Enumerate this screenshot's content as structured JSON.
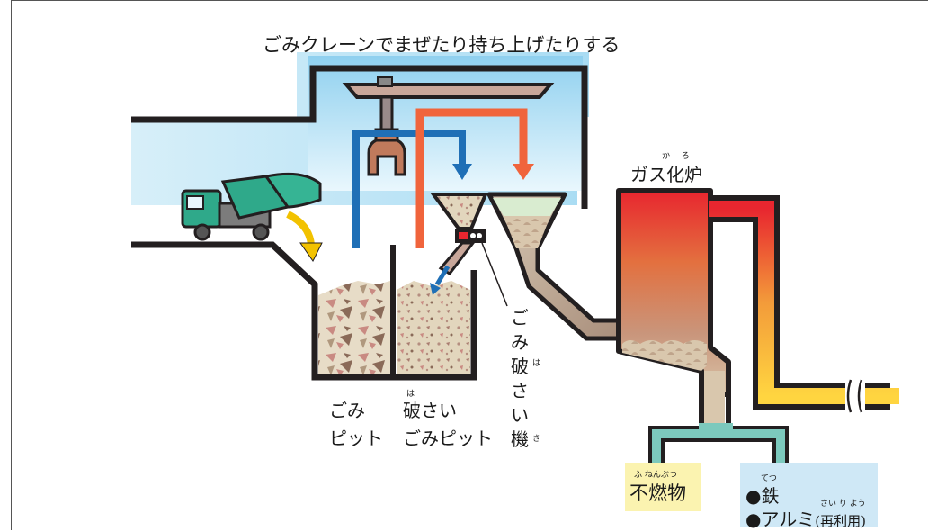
{
  "title": "ごみクレーンでまぜたり持ち上げたりする",
  "labels": {
    "garbage_pit_line1": "ごみ",
    "garbage_pit_line2": "ピット",
    "crushed_pit_line1": "破さい",
    "crushed_pit_line2": "ごみピット",
    "crushed_pit_ruby": "は",
    "crusher": "ごみ破さい機",
    "crusher_ruby_ha": "は",
    "crusher_ruby_ki": "き",
    "furnace": "ガス化炉",
    "furnace_ruby": "か ろ",
    "ash": "不燃物",
    "ash_ruby": "ふ ねんぶつ",
    "metal_1": "●鉄",
    "metal_1_ruby": "てつ",
    "metal_2": "●アルミ",
    "metal_2_paren": "(再利用)",
    "metal_2_ruby": "さい り よう"
  },
  "colors": {
    "sky": "#bfe6f7",
    "sky_light": "#e8f6fc",
    "outline": "#231f20",
    "crane": "#c9a79a",
    "arrow_blue": "#1f6fb6",
    "arrow_orange": "#f0643c",
    "arrow_yellow": "#f2c200",
    "truck": "#2fa98a",
    "furnace_top": "#e8262f",
    "furnace_bottom": "#f7d08a",
    "pipe_yellow": "#ffd540",
    "chute": "#b9a48e",
    "ash_box": "#fbf3b0",
    "metal_box": "#cfe8f6"
  }
}
